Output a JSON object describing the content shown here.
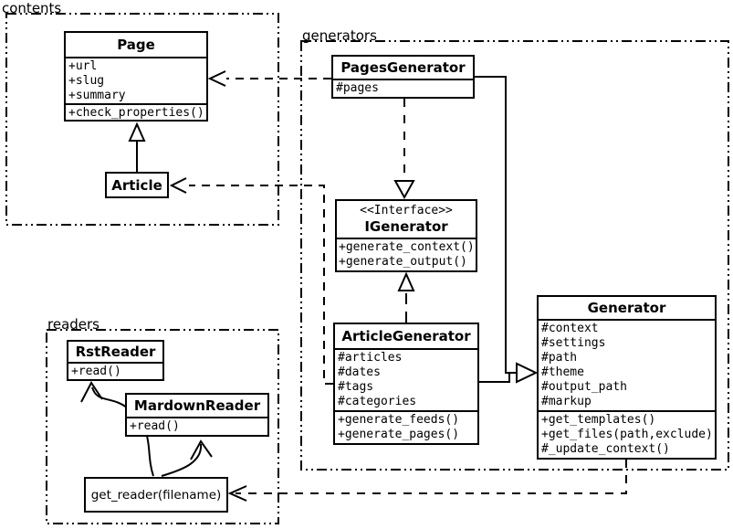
{
  "colors": {
    "line": "#000000",
    "background": "#ffffff",
    "box_fill": "#ffffff"
  },
  "packages": {
    "contents": {
      "label": "contents"
    },
    "generators": {
      "label": "generators"
    },
    "readers": {
      "label": "readers"
    }
  },
  "classes": {
    "page": {
      "title": "Page",
      "attributes": [
        "+url",
        "+slug",
        "+summary"
      ],
      "methods": [
        "+check_properties()"
      ]
    },
    "article": {
      "title": "Article"
    },
    "pages_generator": {
      "title": "PagesGenerator",
      "attributes": [
        "#pages"
      ]
    },
    "igenerator": {
      "stereotype": "<<Interface>>",
      "title": "IGenerator",
      "methods": [
        "+generate_context()",
        "+generate_output()"
      ]
    },
    "article_generator": {
      "title": "ArticleGenerator",
      "attributes": [
        "#articles",
        "#dates",
        "#tags",
        "#categories"
      ],
      "methods": [
        "+generate_feeds()",
        "+generate_pages()"
      ]
    },
    "generator": {
      "title": "Generator",
      "attributes": [
        "#context",
        "#settings",
        "#path",
        "#theme",
        "#output_path",
        "#markup"
      ],
      "methods": [
        "+get_templates()",
        "+get_files(path,exclude)",
        "#_update_context()"
      ]
    },
    "rst_reader": {
      "title": "RstReader",
      "methods": [
        "+read()"
      ]
    },
    "mardown_reader": {
      "title": "MardownReader",
      "methods": [
        "+read()"
      ]
    },
    "get_reader": {
      "title": "get_reader(filename)"
    }
  },
  "relationships": [
    {
      "from": "Article",
      "to": "Page",
      "type": "inheritance",
      "line": "solid",
      "head": "hollow-triangle"
    },
    {
      "from": "PagesGenerator",
      "to": "Page",
      "type": "dependency",
      "line": "dashed",
      "head": "open-arrow"
    },
    {
      "from": "ArticleGenerator",
      "to": "Article",
      "type": "dependency",
      "line": "dashed",
      "head": "open-arrow"
    },
    {
      "from": "PagesGenerator",
      "to": "IGenerator",
      "type": "realization",
      "line": "dashed",
      "head": "hollow-triangle"
    },
    {
      "from": "ArticleGenerator",
      "to": "IGenerator",
      "type": "realization",
      "line": "dashed",
      "head": "hollow-triangle"
    },
    {
      "from": "PagesGenerator",
      "to": "Generator",
      "type": "inheritance",
      "line": "solid",
      "head": "hollow-triangle"
    },
    {
      "from": "ArticleGenerator",
      "to": "Generator",
      "type": "inheritance",
      "line": "solid",
      "head": "hollow-triangle"
    },
    {
      "from": "Generator",
      "to": "get_reader(filename)",
      "type": "dependency",
      "line": "dashed",
      "head": "open-arrow"
    },
    {
      "from": "get_reader(filename)",
      "to": "RstReader",
      "type": "dispatch",
      "line": "curved",
      "head": "open-arrow"
    },
    {
      "from": "get_reader(filename)",
      "to": "MardownReader",
      "type": "dispatch",
      "line": "curved",
      "head": "open-arrow"
    }
  ]
}
